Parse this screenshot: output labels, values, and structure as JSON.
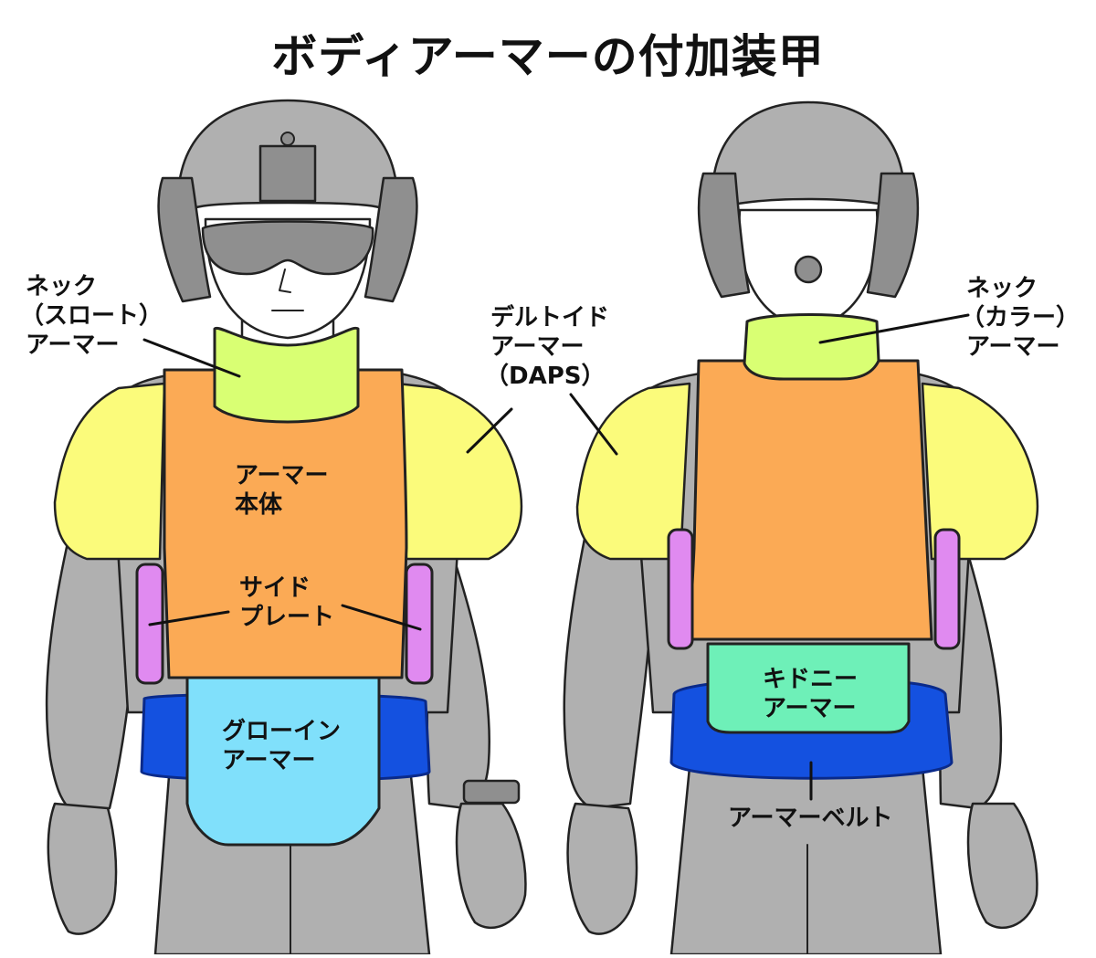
{
  "title": "ボディアーマーの付加装甲",
  "colors": {
    "body": "#b0b0b0",
    "body_dark": "#8f8f8f",
    "outline": "#222222",
    "armor_body": "#fbaa55",
    "neck": "#d9ff73",
    "deltoid": "#fbfb7b",
    "side_plate": "#e08af0",
    "groin": "#80e0fb",
    "kidney": "#6ef0b8",
    "belt": "#1451e0",
    "belt_outline": "#0a2a8a"
  },
  "front": {
    "neck_throat": {
      "line1": "ネック",
      "line2": "（スロート）",
      "line3": "アーマー"
    },
    "armor_body": {
      "line1": "アーマー",
      "line2": "本体"
    },
    "side_plate": {
      "line1": "サイド",
      "line2": "プレート"
    },
    "groin": {
      "line1": "グローイン",
      "line2": "アーマー"
    }
  },
  "deltoid": {
    "line1": "デルトイド",
    "line2": "アーマー",
    "line3": "（DAPS）"
  },
  "back": {
    "neck_collar": {
      "line1": "ネック",
      "line2": "（カラー）",
      "line3": "アーマー"
    },
    "kidney": {
      "line1": "キドニー",
      "line2": "アーマー"
    },
    "belt": {
      "label": "アーマーベルト"
    }
  }
}
